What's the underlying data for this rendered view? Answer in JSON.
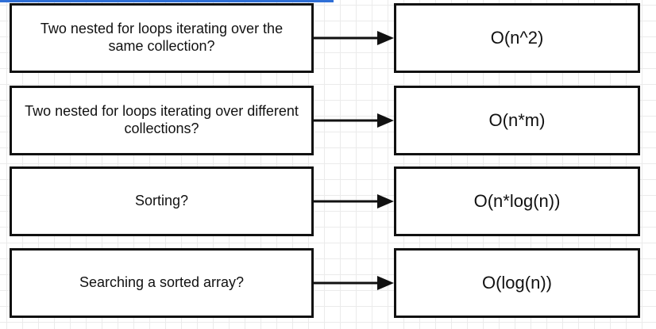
{
  "diagram": {
    "rows": [
      {
        "question": "Two nested for loops iterating over the same collection?",
        "answer": "O(n^2)"
      },
      {
        "question": "Two nested for loops iterating over different collections?",
        "answer": "O(n*m)"
      },
      {
        "question": "Sorting?",
        "answer": "O(n*log(n))"
      },
      {
        "question": "Searching a sorted array?",
        "answer": "O(log(n))"
      }
    ]
  }
}
